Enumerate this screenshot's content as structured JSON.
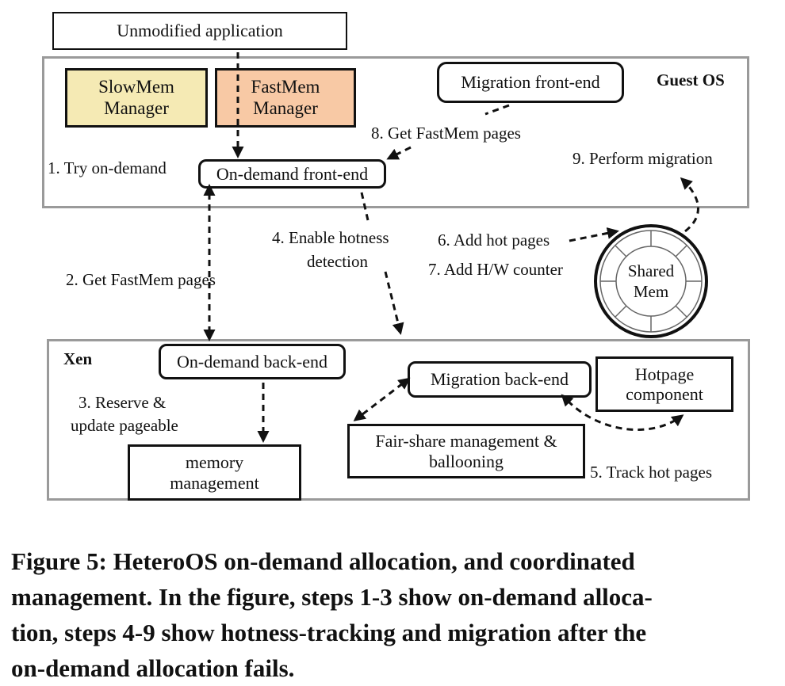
{
  "boxes": {
    "unmodified_app": "Unmodified application",
    "slowmem_manager": [
      "SlowMem",
      "Manager"
    ],
    "fastmem_manager": [
      "FastMem",
      "Manager"
    ],
    "migration_frontend": "Migration front-end",
    "ondemand_frontend": "On-demand front-end",
    "ondemand_backend": "On-demand back-end",
    "memory_management": [
      "memory",
      "management"
    ],
    "migration_backend": "Migration back-end",
    "hotpage_component": [
      "Hotpage",
      "component"
    ],
    "fairshare": [
      "Fair-share management &",
      "ballooning"
    ],
    "shared_mem": [
      "Shared",
      "Mem"
    ]
  },
  "regions": {
    "guest_os": "Guest OS",
    "xen": "Xen"
  },
  "steps": {
    "s1": "1. Try on-demand",
    "s2": "2. Get FastMem pages",
    "s3": [
      "3. Reserve &",
      "update pageable"
    ],
    "s4": [
      "4. Enable hotness",
      "detection"
    ],
    "s5": "5. Track hot pages",
    "s6": "6. Add hot pages",
    "s7": "7. Add H/W counter",
    "s8": "8. Get FastMem pages",
    "s9": "9. Perform migration"
  },
  "caption": [
    "Figure 5: HeteroOS on-demand allocation, and coordinated",
    "management. In the figure, steps 1-3 show on-demand alloca-",
    "tion, steps 4-9 show hotness-tracking and migration after the",
    "on-demand allocation fails."
  ],
  "colors": {
    "slowmem_fill": "#f5eab4",
    "fastmem_fill": "#f8c9a5",
    "region_border": "#9a9a9a"
  }
}
